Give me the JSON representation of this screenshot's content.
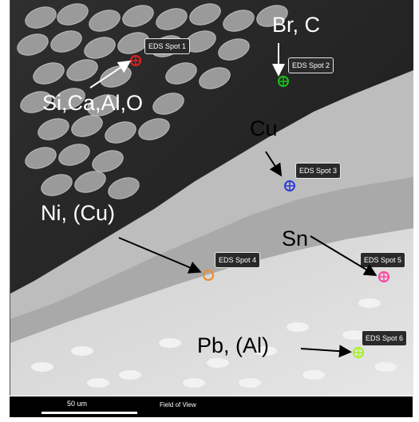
{
  "spots": [
    {
      "label": "EDS Spot 1",
      "color": "#e02020"
    },
    {
      "label": "EDS Spot 2",
      "color": "#18c018"
    },
    {
      "label": "EDS Spot 3",
      "color": "#2a3bd6"
    },
    {
      "label": "EDS Spot 4",
      "color": "#f08a24"
    },
    {
      "label": "EDS Spot 5",
      "color": "#ff3fa0"
    },
    {
      "label": "EDS Spot 6",
      "color": "#a8f020"
    }
  ],
  "annotations": {
    "a1": "Si,Ca,Al,O",
    "a2": "Br, C",
    "a3": "Cu",
    "a4": "Ni, (Cu)",
    "a5": "Sn",
    "a6": "Pb, (Al)"
  },
  "scalebar": {
    "scale_label": "50 um",
    "fov_label": "Field of View"
  }
}
